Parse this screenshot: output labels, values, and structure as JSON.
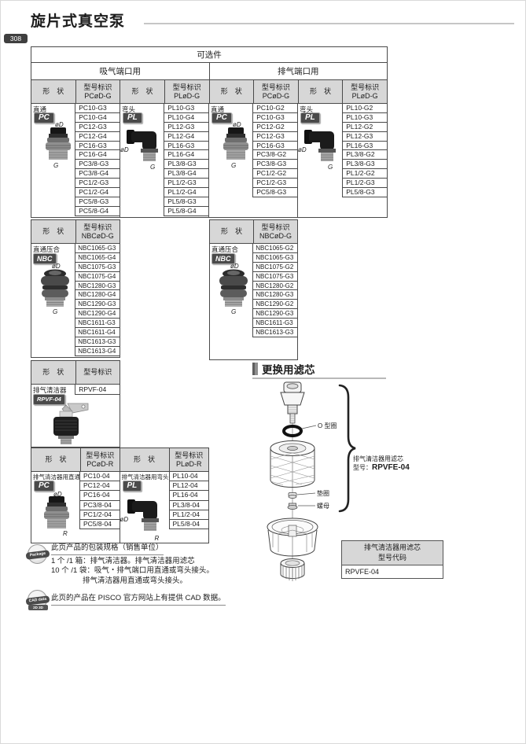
{
  "page": {
    "title": "旋片式真空泵",
    "page_number": "308"
  },
  "labels": {
    "shape": "形　状",
    "model": "型号标识",
    "dia": "øD",
    "g": "G",
    "r": "R"
  },
  "options": {
    "title": "可选件",
    "suction_header": "吸气端口用",
    "exhaust_header": "排气端口用",
    "blocks": {
      "suction_pc": {
        "type": "直通",
        "badge": "PC",
        "model_code": "PCøD-G",
        "models": [
          "PC10-G3",
          "PC10-G4",
          "PC12-G3",
          "PC12-G4",
          "PC16-G3",
          "PC16-G4",
          "PC3/8-G3",
          "PC3/8-G4",
          "PC1/2-G3",
          "PC1/2-G4",
          "PC5/8-G3",
          "PC5/8-G4"
        ]
      },
      "suction_pl": {
        "type": "弯头",
        "badge": "PL",
        "model_code": "PLøD-G",
        "models": [
          "PL10-G3",
          "PL10-G4",
          "PL12-G3",
          "PL12-G4",
          "PL16-G3",
          "PL16-G4",
          "PL3/8-G3",
          "PL3/8-G4",
          "PL1/2-G3",
          "PL1/2-G4",
          "PL5/8-G3",
          "PL5/8-G4"
        ]
      },
      "exhaust_pc": {
        "type": "直通",
        "badge": "PC",
        "model_code": "PCøD-G",
        "models": [
          "PC10-G2",
          "PC10-G3",
          "PC12-G2",
          "PC12-G3",
          "PC16-G3",
          "PC3/8-G2",
          "PC3/8-G3",
          "PC1/2-G2",
          "PC1/2-G3",
          "PC5/8-G3"
        ]
      },
      "exhaust_pl": {
        "type": "弯头",
        "badge": "PL",
        "model_code": "PLøD-G",
        "models": [
          "PL10-G2",
          "PL10-G3",
          "PL12-G2",
          "PL12-G3",
          "PL16-G3",
          "PL3/8-G2",
          "PL3/8-G3",
          "PL1/2-G2",
          "PL1/2-G3",
          "PL5/8-G3"
        ]
      },
      "suction_nbc": {
        "type": "直通压合",
        "badge": "NBC",
        "model_code": "NBCøD-G",
        "models": [
          "NBC1065-G3",
          "NBC1065-G4",
          "NBC1075-G3",
          "NBC1075-G4",
          "NBC1280-G3",
          "NBC1280-G4",
          "NBC1290-G3",
          "NBC1290-G4",
          "NBC1611-G3",
          "NBC1611-G4",
          "NBC1613-G3",
          "NBC1613-G4"
        ]
      },
      "exhaust_nbc": {
        "type": "直通压合",
        "badge": "NBC",
        "model_code": "NBCøD-G",
        "models": [
          "NBC1065-G2",
          "NBC1065-G3",
          "NBC1075-G2",
          "NBC1075-G3",
          "NBC1280-G2",
          "NBC1280-G3",
          "NBC1290-G2",
          "NBC1290-G3",
          "NBC1611-G3",
          "NBC1613-G3"
        ]
      },
      "cleaner": {
        "type": "排气清洁器",
        "badge": "RPVF-04",
        "models": [
          "RPVF-04"
        ]
      },
      "cleaner_pc": {
        "type": "排气清洁器用直通",
        "badge": "PC",
        "model_code": "PCøD-R",
        "models": [
          "PC10-04",
          "PC12-04",
          "PC16-04",
          "PC3/8-04",
          "PC1/2-04",
          "PC5/8-04"
        ]
      },
      "cleaner_pl": {
        "type": "排气清洁器用弯头",
        "badge": "PL",
        "model_code": "PLøD-R",
        "models": [
          "PL10-04",
          "PL12-04",
          "PL16-04",
          "PL3/8-04",
          "PL1/2-04",
          "PL5/8-04"
        ]
      }
    }
  },
  "filter_section": {
    "title": "更换用滤芯",
    "o_ring_label": "O 型圈",
    "washer_label": "垫圈",
    "nut_label": "螺母",
    "brace_line1": "排气清洁器用滤芯",
    "brace_line2_prefix": "型号：",
    "brace_model": "RPVFE-04",
    "code_box": {
      "header1": "排气清洁器用滤芯",
      "header2": "型号代码",
      "value": "RPVFE-04"
    }
  },
  "notes": {
    "packing": {
      "icon_text": "Package",
      "title": "此页产品的包装规格（销售单位）",
      "line1": "1 个 /1 箱：排气清洁器。排气清洁器用滤芯",
      "line2": "10 个 /1 袋：吸气・排气端口用直通或弯头接头。",
      "line3": "排气清洁器用直通或弯头接头。"
    },
    "cad": {
      "icon_text": "CAD data",
      "icon_sub": "2D 3D",
      "text": "此页的产品在 PISCO 官方网站上有提供 CAD 数据。"
    }
  }
}
